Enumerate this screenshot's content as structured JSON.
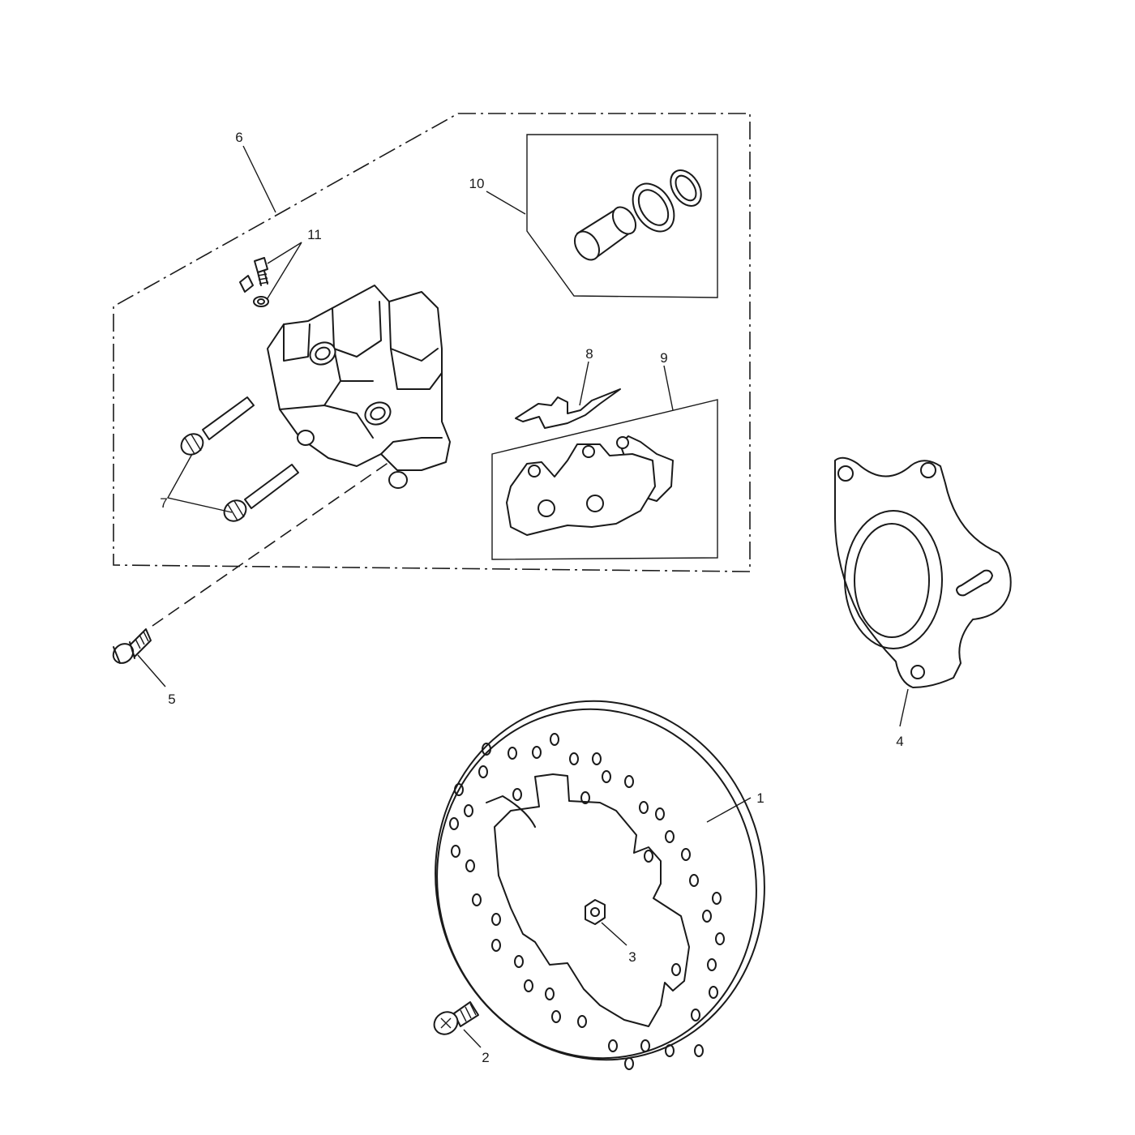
{
  "callouts": [
    {
      "id": "callout-1",
      "text": "1"
    },
    {
      "id": "callout-2",
      "text": "2"
    },
    {
      "id": "callout-3",
      "text": "3"
    },
    {
      "id": "callout-4",
      "text": "4"
    },
    {
      "id": "callout-5",
      "text": "5"
    },
    {
      "id": "callout-6",
      "text": "6"
    },
    {
      "id": "callout-7",
      "text": "7"
    },
    {
      "id": "callout-8",
      "text": "8"
    },
    {
      "id": "callout-9",
      "text": "9"
    },
    {
      "id": "callout-10",
      "text": "10"
    },
    {
      "id": "callout-11",
      "text": "11"
    }
  ],
  "colors": {
    "line": "#1a1a1a",
    "background": "#ffffff"
  }
}
